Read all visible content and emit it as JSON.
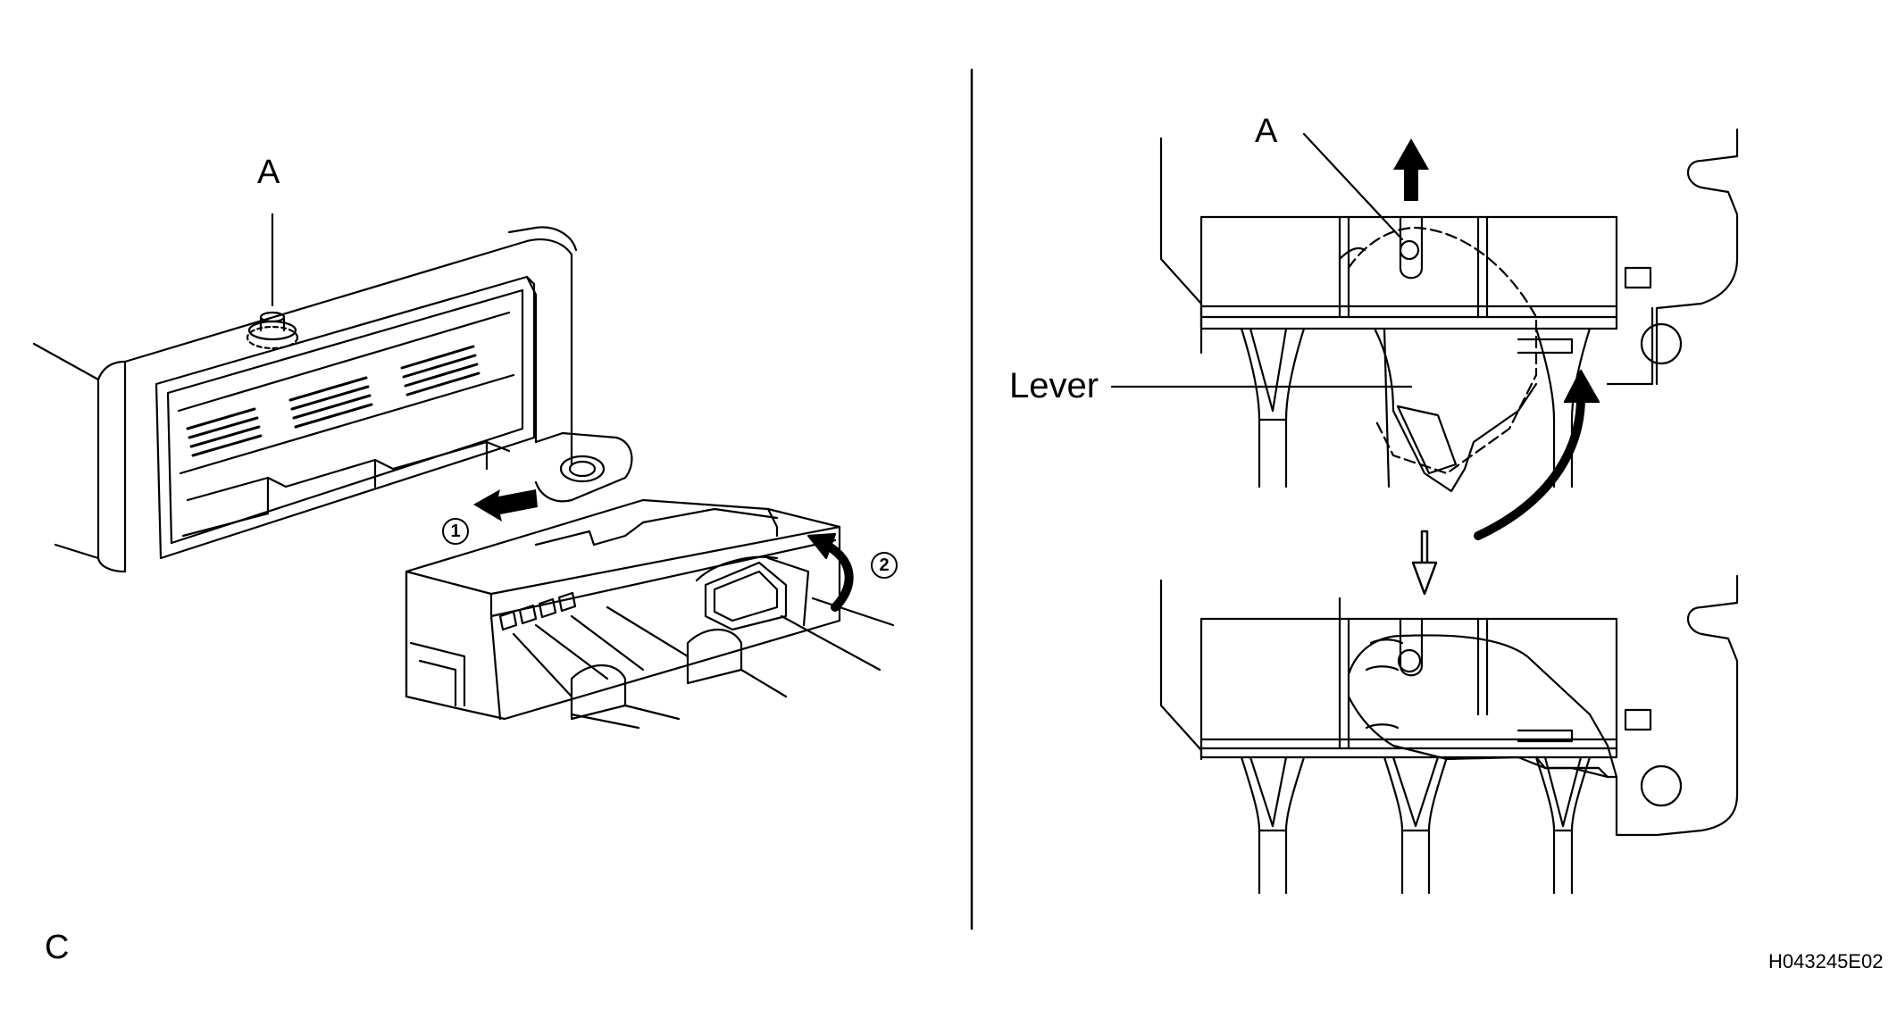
{
  "labels": {
    "left_a": "A",
    "step_1": "1",
    "step_2": "2",
    "right_a": "A",
    "lever": "Lever",
    "panel_code": "C",
    "figure_id": "H043245E02"
  },
  "colors": {
    "ink": "#000000",
    "paper": "#ffffff"
  },
  "icons": {
    "push_arrow": "solid-arrow-left-icon",
    "rotate_arrow": "curved-arrow-icon",
    "up_arrow": "solid-arrow-up-icon",
    "down_arrow": "outline-arrow-down-icon"
  }
}
